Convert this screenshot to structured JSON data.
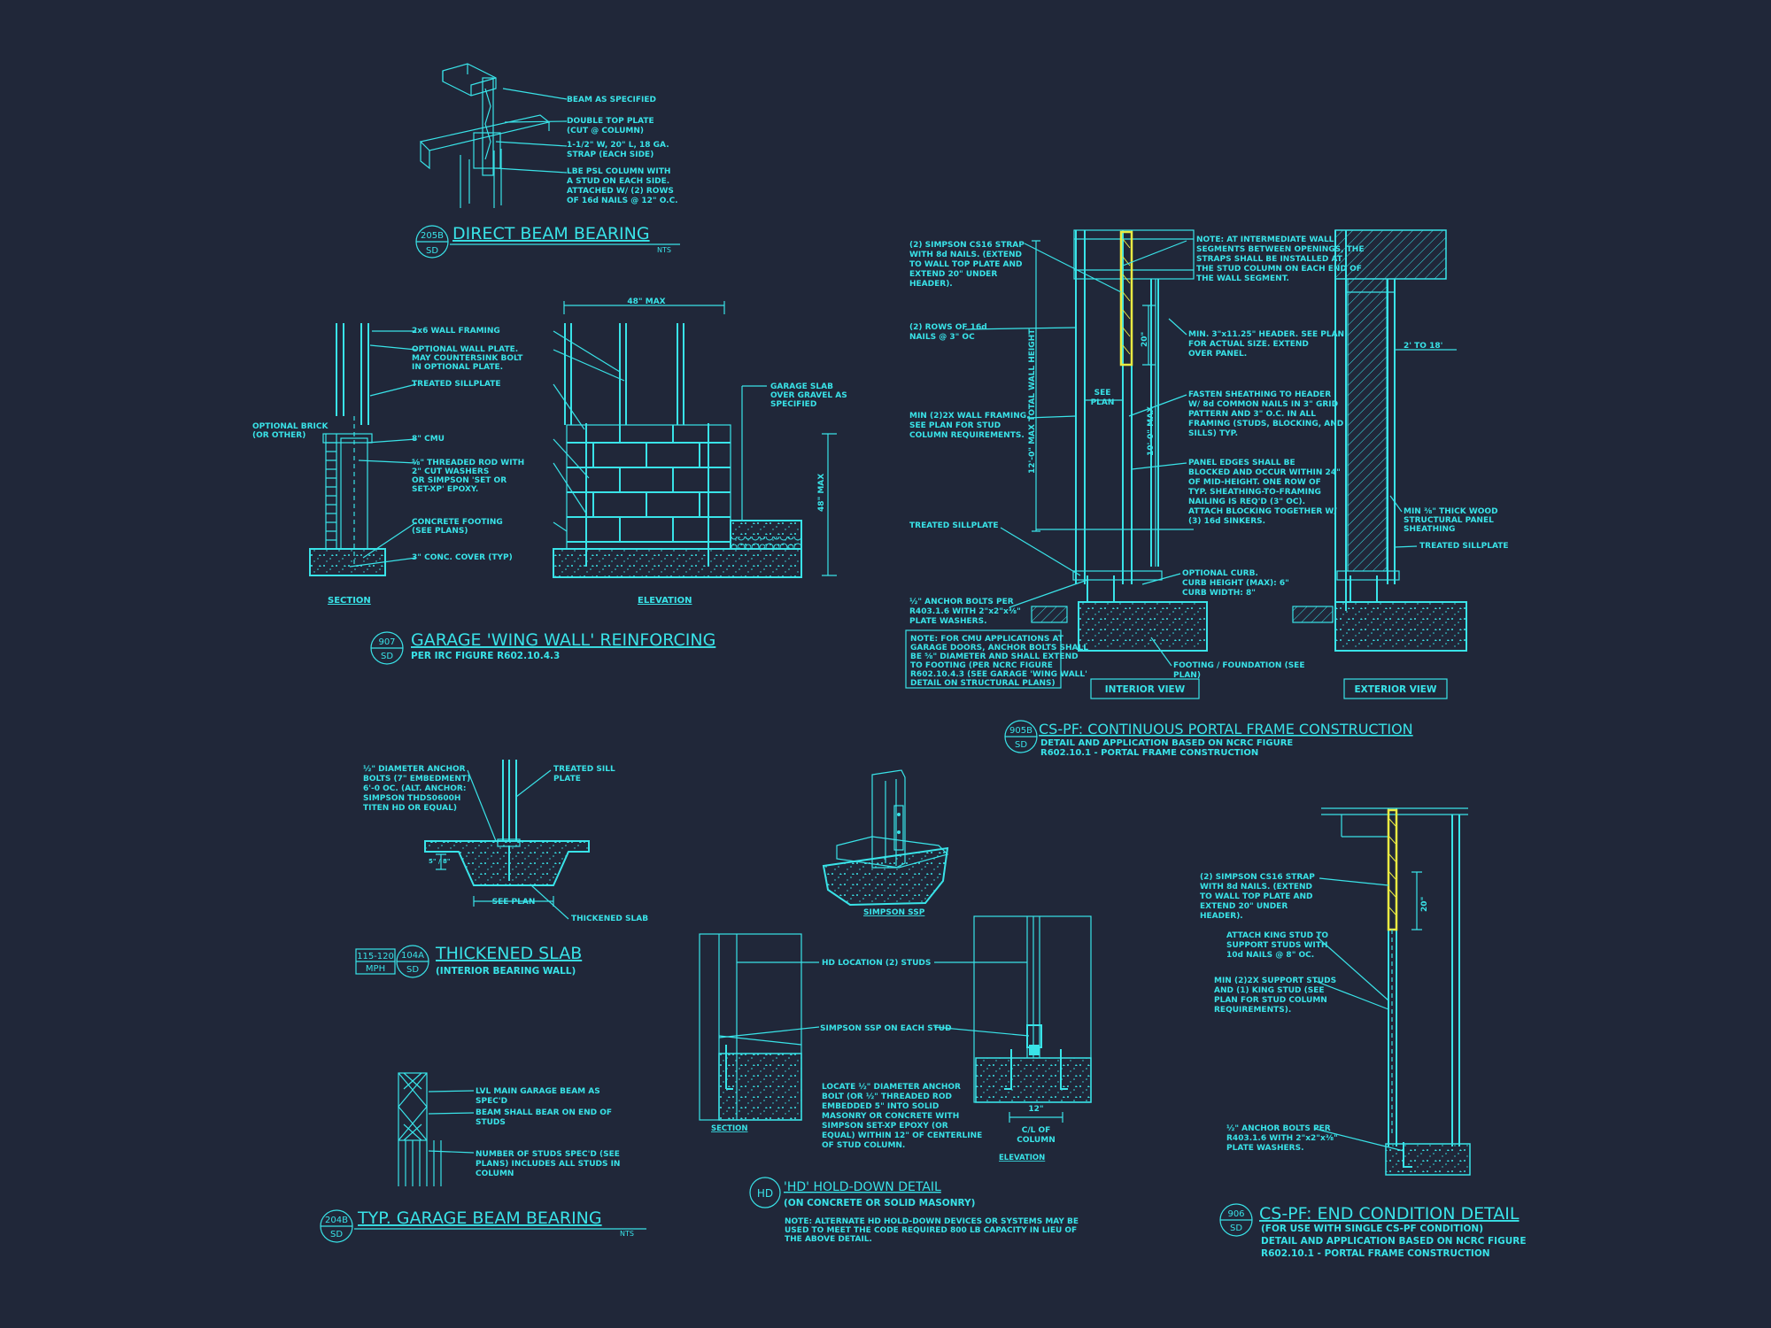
{
  "details": {
    "direct_beam": {
      "tag_num": "205B",
      "tag_sheet": "SD",
      "title": "DIRECT BEAM BEARING",
      "nts": "NTS",
      "notes": [
        [
          "BEAM AS SPECIFIED"
        ],
        [
          "DOUBLE TOP PLATE",
          "(CUT @ COLUMN)"
        ],
        [
          "1-1/2\" W, 20\" L, 18 GA.",
          "STRAP (EACH SIDE)"
        ],
        [
          "LBE PSL COLUMN WITH",
          "A STUD ON EACH SIDE.",
          "ATTACHED W/ (2) ROWS",
          "OF 16d NAILS @ 12\" O.C."
        ]
      ]
    },
    "wing_wall": {
      "tag_num": "907",
      "tag_sheet": "SD",
      "title": "GARAGE 'WING WALL' REINFORCING",
      "subtitle": "PER IRC FIGURE R602.10.4.3",
      "dim_top": "48\" MAX",
      "dim_side": "48\" MAX",
      "section_label": "SECTION",
      "elevation_label": "ELEVATION",
      "brick_note": [
        "OPTIONAL BRICK",
        "(OR OTHER)"
      ],
      "slab_note": [
        "GARAGE SLAB",
        "OVER GRAVEL AS",
        "SPECIFIED"
      ],
      "notes": [
        [
          "2x6 WALL FRAMING"
        ],
        [
          "OPTIONAL WALL PLATE.",
          "MAY COUNTERSINK BOLT",
          "IN OPTIONAL PLATE."
        ],
        [
          "TREATED SILLPLATE"
        ],
        [
          "8\" CMU"
        ],
        [
          "⅝\" THREADED ROD WITH",
          "2\" CUT WASHERS",
          "OR SIMPSON 'SET OR",
          "SET-XP' EPOXY."
        ],
        [
          "CONCRETE FOOTING",
          "(SEE PLANS)"
        ],
        [
          "3\" CONC. COVER (TYP)"
        ]
      ]
    },
    "portal_frame": {
      "tag_num": "905B",
      "tag_sheet": "SD",
      "title": "CS-PF: CONTINUOUS PORTAL FRAME CONSTRUCTION",
      "subtitle": [
        "DETAIL AND APPLICATION BASED ON NCRC FIGURE",
        "R602.10.1 - PORTAL FRAME CONSTRUCTION"
      ],
      "interior_label": "INTERIOR VIEW",
      "exterior_label": "EXTERIOR VIEW",
      "dim_wall": "12'-0\" MAX TOTAL WALL HEIGHT",
      "dim_header": "10'-0\" MAX",
      "dim_strap": "20\"",
      "see_plan": [
        "SEE",
        "PLAN"
      ],
      "dim_ext": "2' TO 18'",
      "left_notes": [
        [
          "(2) SIMPSON CS16 STRAP",
          "WITH 8d NAILS. (EXTEND",
          "TO WALL TOP PLATE AND",
          "EXTEND 20\" UNDER",
          "HEADER)."
        ],
        [
          "(2) ROWS OF 16d",
          "NAILS @ 3\" OC"
        ],
        [
          "MIN (2)2X WALL FRAMING.",
          "SEE PLAN FOR STUD",
          "COLUMN REQUIREMENTS."
        ],
        [
          "TREATED SILLPLATE"
        ],
        [
          "½\" ANCHOR BOLTS PER",
          "R403.1.6 WITH 2\"x2\"x⅜\"",
          "PLATE WASHERS."
        ]
      ],
      "cmu_note": [
        "NOTE: FOR CMU APPLICATIONS AT",
        "GARAGE DOORS, ANCHOR BOLTS SHALL",
        "BE ⅝\" DIAMETER AND SHALL EXTEND",
        "TO FOOTING (PER NCRC FIGURE",
        "R602.10.4.3 (SEE GARAGE 'WING WALL'",
        "DETAIL ON STRUCTURAL PLANS)"
      ],
      "right_notes": [
        [
          "NOTE: AT INTERMEDIATE WALL",
          "SEGMENTS BETWEEN OPENINGS, THE",
          "STRAPS SHALL BE INSTALLED AT",
          "THE STUD COLUMN ON EACH END OF",
          "THE WALL SEGMENT."
        ],
        [
          "MIN. 3\"x11.25\" HEADER. SEE PLAN",
          "FOR ACTUAL SIZE. EXTEND",
          "OVER PANEL."
        ],
        [
          "FASTEN SHEATHING TO HEADER",
          "W/ 8d COMMON NAILS IN 3\" GRID",
          "PATTERN AND 3\" O.C. IN ALL",
          "FRAMING (STUDS, BLOCKING, AND",
          "SILLS) TYP."
        ],
        [
          "PANEL EDGES SHALL BE",
          "BLOCKED AND OCCUR WITHIN 24\"",
          "OF MID-HEIGHT. ONE ROW OF",
          "TYP. SHEATHING-TO-FRAMING",
          "NAILING IS REQ'D (3\" OC).",
          "ATTACH BLOCKING TOGETHER W/",
          "(3) 16d SINKERS."
        ],
        [
          "OPTIONAL CURB.",
          "CURB HEIGHT (MAX): 6\"",
          "CURB WIDTH: 8\""
        ],
        [
          "FOOTING / FOUNDATION (SEE",
          "PLAN)"
        ]
      ],
      "ext_notes": [
        [
          "MIN ⅜\" THICK WOOD",
          "STRUCTURAL PANEL",
          "SHEATHING"
        ],
        [
          "TREATED SILLPLATE"
        ]
      ]
    },
    "thickened_slab": {
      "wind_top": "115-120",
      "wind_bot": "MPH",
      "tag_num": "104A",
      "tag_sheet": "SD",
      "title": "THICKENED SLAB",
      "subtitle": "(INTERIOR BEARING WALL)",
      "notes": [
        [
          "½\" DIAMETER ANCHOR",
          "BOLTS (7\" EMBEDMENT)",
          "6'-0 OC. (ALT. ANCHOR:",
          "SIMPSON THDS0600H",
          "TITEN HD OR EQUAL)"
        ],
        [
          "TREATED SILL",
          "PLATE"
        ],
        [
          "THICKENED SLAB"
        ]
      ],
      "see_plan": "SEE PLAN",
      "dim": "5\" / 8\""
    },
    "ssp": {
      "label": "SIMPSON SSP"
    },
    "hold_down": {
      "tag_num": "HD",
      "title": "'HD' HOLD-DOWN DETAIL",
      "subtitle": "(ON CONCRETE OR SOLID MASONRY)",
      "note": [
        "NOTE: ALTERNATE HD HOLD-DOWN DEVICES OR SYSTEMS MAY BE",
        "USED TO MEET THE CODE REQUIRED 800 LB CAPACITY IN LIEU OF",
        "THE ABOVE DETAIL."
      ],
      "section_label": "SECTION",
      "elevation_label": "ELEVATION",
      "dim": [
        "12\"",
        "C/L OF",
        "COLUMN"
      ],
      "notes": [
        [
          "HD LOCATION (2) STUDS"
        ],
        [
          "SIMPSON SSP ON EACH STUD"
        ],
        [
          "LOCATE ½\" DIAMETER ANCHOR",
          "BOLT (OR ½\" THREADED ROD",
          "EMBEDDED 5\" INTO SOLID",
          "MASONRY OR CONCRETE WITH",
          "SIMPSON SET-XP EPOXY (OR",
          "EQUAL) WITHIN 12\" OF CENTERLINE",
          "OF STUD COLUMN."
        ]
      ]
    },
    "garage_beam": {
      "tag_num": "204B",
      "tag_sheet": "SD",
      "title": "TYP. GARAGE BEAM BEARING",
      "nts": "NTS",
      "notes": [
        [
          "LVL MAIN GARAGE BEAM AS",
          "SPEC'D"
        ],
        [
          "BEAM SHALL BEAR ON END OF",
          "STUDS"
        ],
        [
          "NUMBER OF STUDS SPEC'D (SEE",
          "PLANS) INCLUDES ALL STUDS IN",
          "COLUMN"
        ]
      ]
    },
    "end_condition": {
      "tag_num": "906",
      "tag_sheet": "SD",
      "title": "CS-PF: END CONDITION DETAIL",
      "subtitle": [
        "(FOR USE WITH SINGLE CS-PF CONDITION)",
        "DETAIL AND APPLICATION BASED ON NCRC FIGURE",
        "R602.10.1 - PORTAL FRAME CONSTRUCTION"
      ],
      "dim_strap": "20\"",
      "notes": [
        [
          "(2) SIMPSON CS16 STRAP",
          "WITH 8d NAILS. (EXTEND",
          "TO WALL TOP PLATE AND",
          "EXTEND 20\" UNDER",
          "HEADER)."
        ],
        [
          "ATTACH KING STUD TO",
          "SUPPORT STUDS WITH",
          "10d NAILS @ 8\" OC."
        ],
        [
          "MIN (2)2X SUPPORT STUDS",
          "AND (1) KING STUD (SEE",
          "PLAN FOR STUD COLUMN",
          "REQUIREMENTS)."
        ],
        [
          "½\" ANCHOR BOLTS PER",
          "R403.1.6 WITH 2\"x2\"x⅜\"",
          "PLATE WASHERS."
        ]
      ]
    }
  },
  "colors": {
    "background": "#202739",
    "linework": "#39e3e8",
    "strap": "#e9ea42"
  }
}
